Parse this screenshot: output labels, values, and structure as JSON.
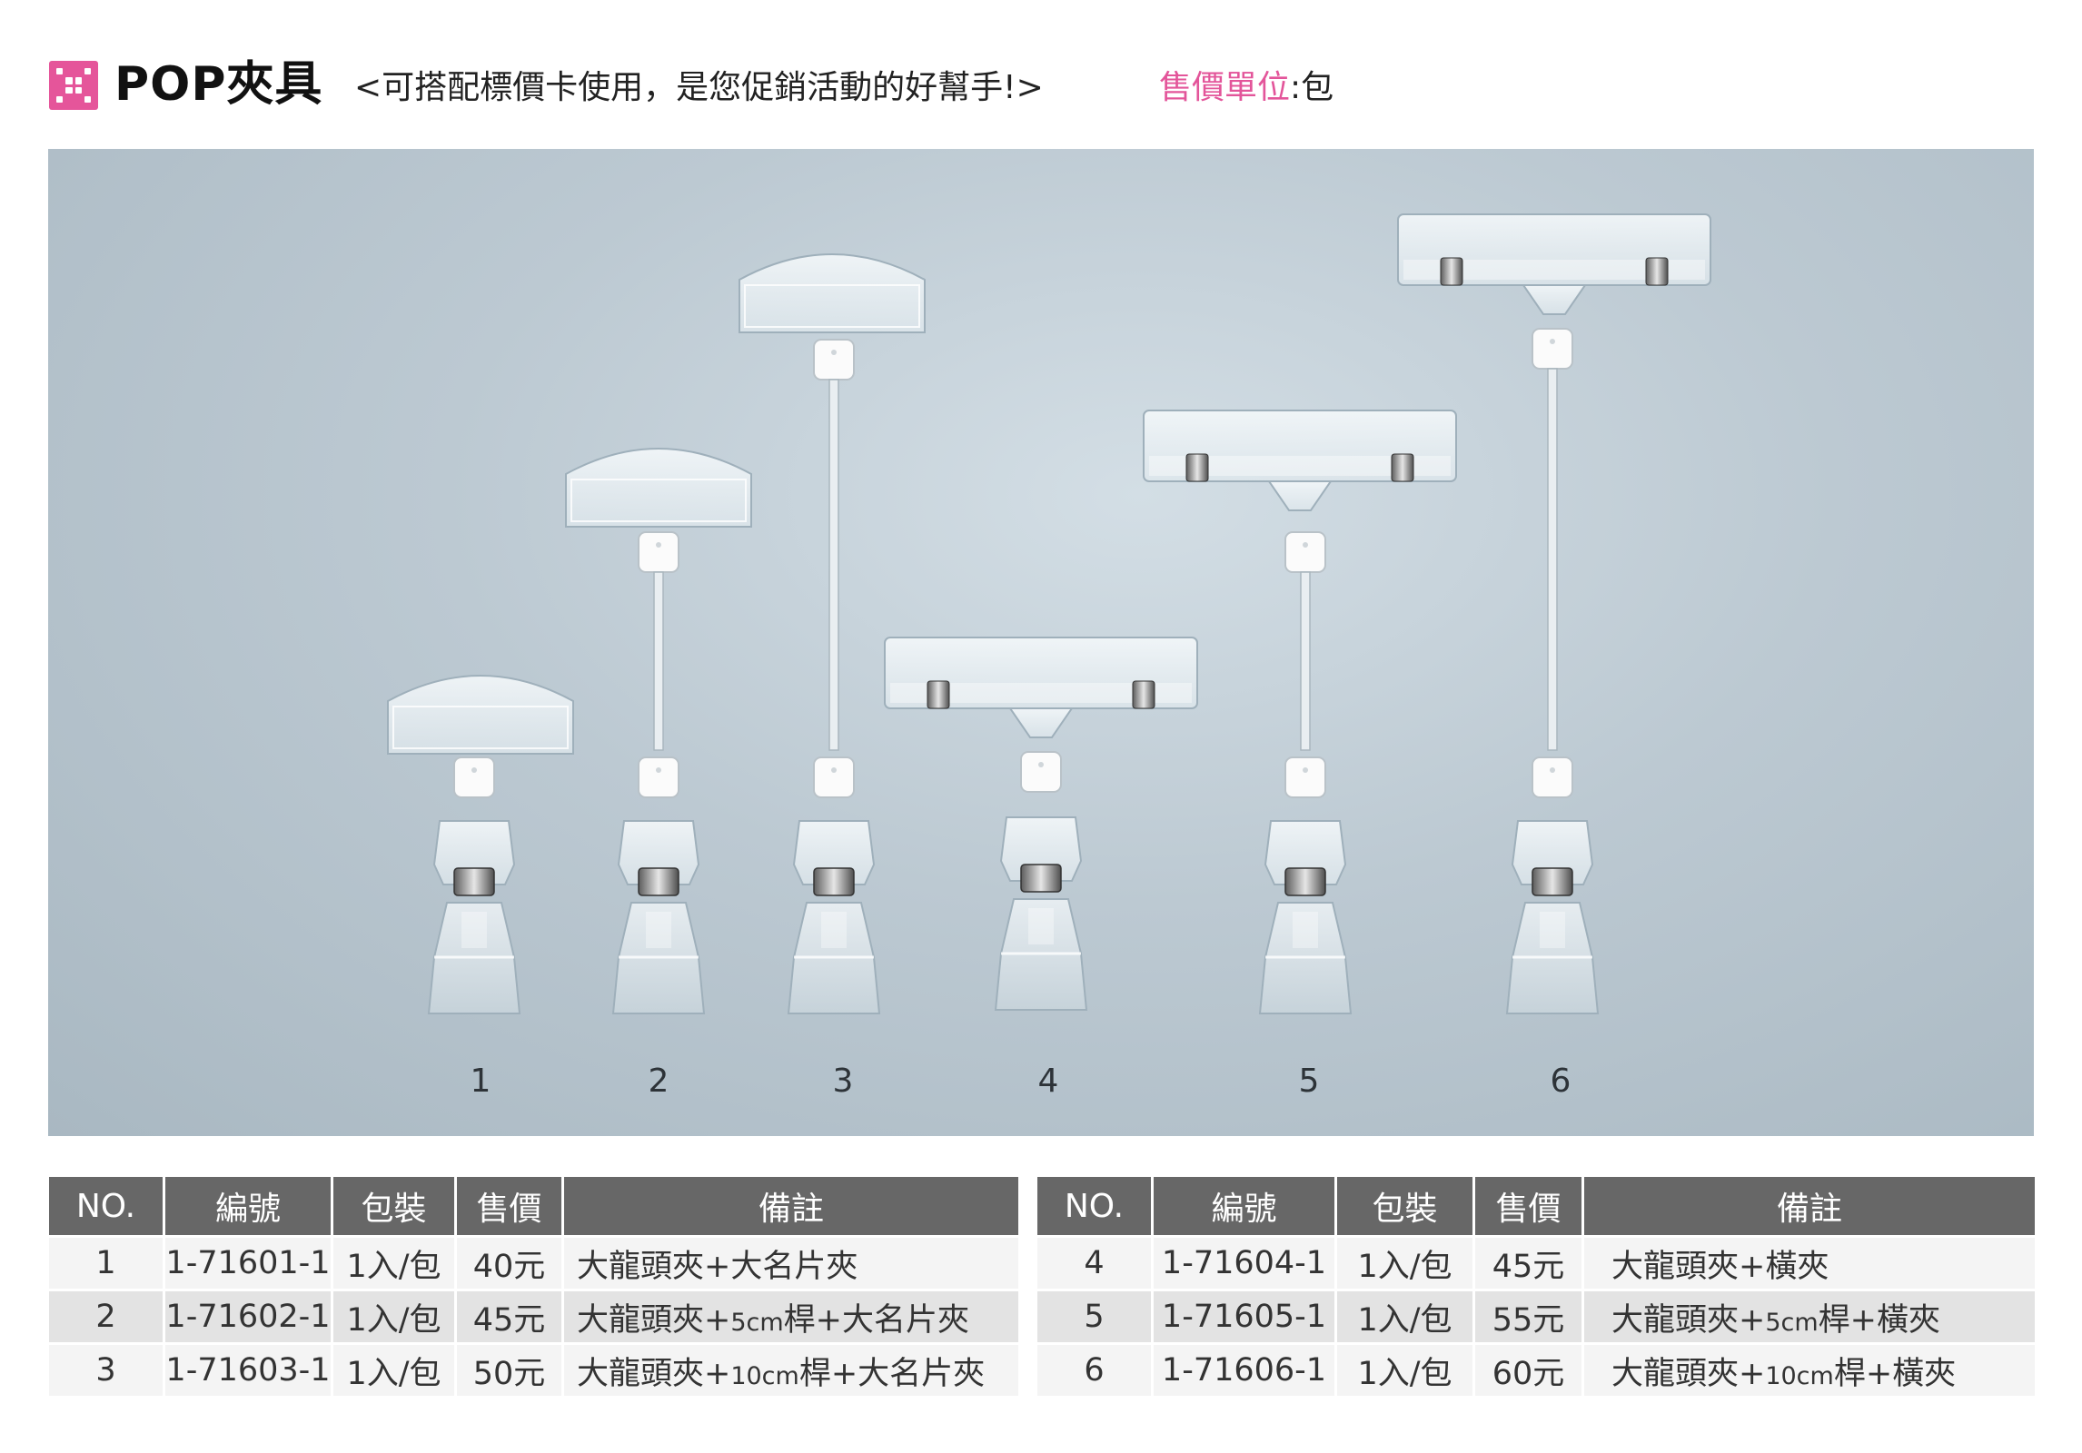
{
  "header": {
    "title": "POP夾具",
    "subtitle": "<可搭配標價卡使用，是您促銷活動的好幫手!>",
    "unit_label": "售價單位",
    "unit_value": ":包",
    "accent_color": "#e5559a"
  },
  "photo": {
    "labels": [
      "1",
      "2",
      "3",
      "4",
      "5",
      "6"
    ],
    "background_color": "#bcc9d2"
  },
  "table": {
    "headers": [
      "NO.",
      "編號",
      "包裝",
      "售價",
      "備註"
    ],
    "header_color": "#676767",
    "left_rows": [
      {
        "no": "1",
        "code": "1-71601-1",
        "pack": "1入/包",
        "price": "40元",
        "note_a": "大龍頭夾+大名片夾",
        "note_small": "",
        "note_b": ""
      },
      {
        "no": "2",
        "code": "1-71602-1",
        "pack": "1入/包",
        "price": "45元",
        "note_a": "大龍頭夾+",
        "note_small": "5cm",
        "note_b": "桿+大名片夾"
      },
      {
        "no": "3",
        "code": "1-71603-1",
        "pack": "1入/包",
        "price": "50元",
        "note_a": "大龍頭夾+",
        "note_small": "10cm",
        "note_b": "桿+大名片夾"
      }
    ],
    "right_rows": [
      {
        "no": "4",
        "code": "1-71604-1",
        "pack": "1入/包",
        "price": "45元",
        "note_a": "大龍頭夾+橫夾",
        "note_small": "",
        "note_b": ""
      },
      {
        "no": "5",
        "code": "1-71605-1",
        "pack": "1入/包",
        "price": "55元",
        "note_a": "大龍頭夾+",
        "note_small": "5cm",
        "note_b": "桿+橫夾"
      },
      {
        "no": "6",
        "code": "1-71606-1",
        "pack": "1入/包",
        "price": "60元",
        "note_a": "大龍頭夾+",
        "note_small": "10cm",
        "note_b": "桿+橫夾"
      }
    ]
  }
}
